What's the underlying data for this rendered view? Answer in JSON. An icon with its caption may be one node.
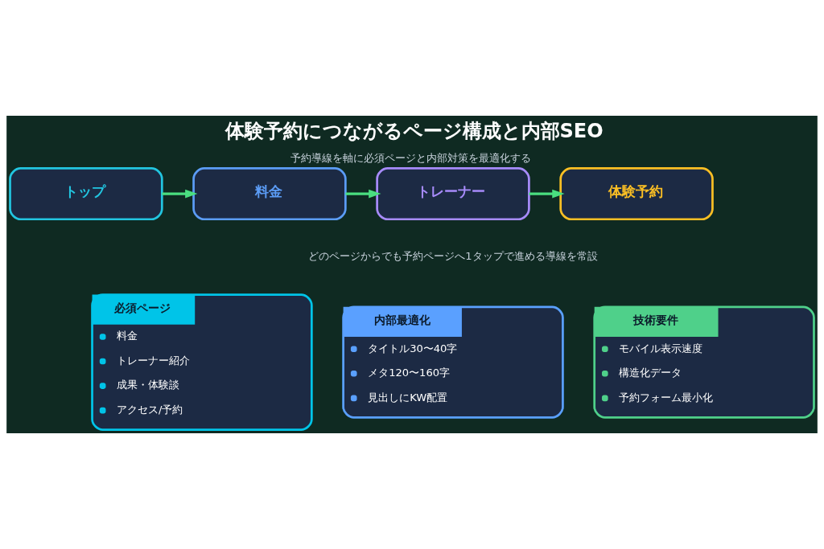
{
  "diagram": {
    "title": "体験予約につながるページ構成と内部SEO",
    "caption": "予約導線を軸に必須ページと内部対策を最適化する",
    "nodes": [
      {
        "text": [
          "トップ"
        ]
      },
      {
        "text": [
          "料金"
        ]
      },
      {
        "text": [
          "トレーナー"
        ]
      },
      {
        "text": [
          "体験予約"
        ]
      },
      {
        "text": [
          "必須ページ",
          "料金",
          "トレーナー紹介",
          "成果・体験談",
          "アクセス/予約"
        ]
      },
      {
        "text": [
          "内部最適化",
          "タイトル30〜40字",
          "メタ120〜160字",
          "見出しにKW配置"
        ]
      },
      {
        "text": [
          "技術要件",
          "モバイル表示速度",
          "構造化データ",
          "予約フォーム最小化"
        ]
      }
    ],
    "edges": [
      {
        "from": 0,
        "to": 1,
        "arrow": "to"
      },
      {
        "from": 1,
        "to": 2,
        "arrow": "to"
      },
      {
        "from": 2,
        "to": 3,
        "arrow": "to"
      }
    ],
    "labels": [
      "どのページからでも予約ページへ1タップで進める導線を常設"
    ]
  }
}
